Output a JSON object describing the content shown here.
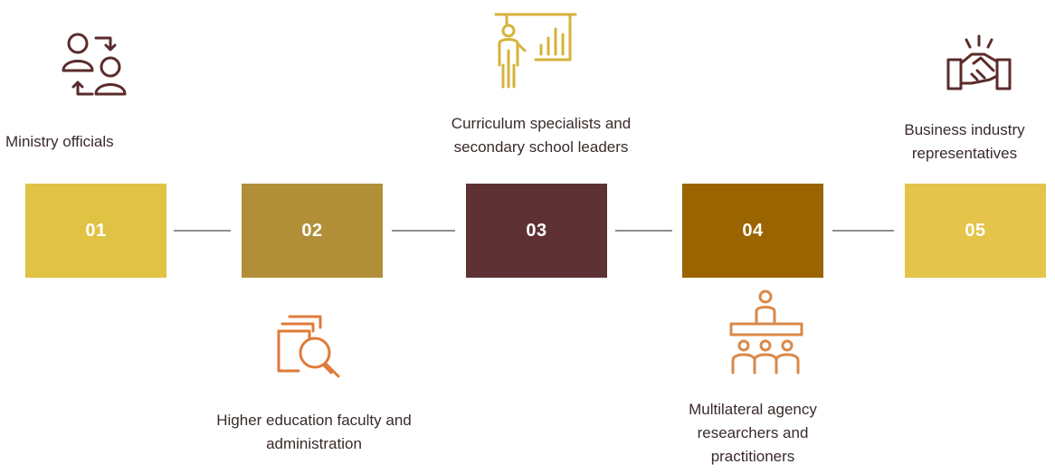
{
  "steps": [
    {
      "number": "01",
      "label": "Ministry officials",
      "color": "#E0C244",
      "icon": "people-exchange-icon",
      "icon_color": "#5B2B2B"
    },
    {
      "number": "02",
      "label": "Higher education faculty and\nadministration",
      "color": "#B08F38",
      "icon": "document-search-icon",
      "icon_color": "#E07A3A"
    },
    {
      "number": "03",
      "label": "Curriculum specialists and\nsecondary school leaders",
      "color": "#5E3234",
      "icon": "presenter-chart-icon",
      "icon_color": "#D6B33A"
    },
    {
      "number": "04",
      "label": "Multilateral agency\nresearchers and\npractitioners",
      "color": "#9A6400",
      "icon": "audience-speaker-icon",
      "icon_color": "#D9894A"
    },
    {
      "number": "05",
      "label": "Business industry\nrepresentatives",
      "color": "#E4C44A",
      "icon": "handshake-icon",
      "icon_color": "#5B2B2B"
    }
  ],
  "connector_color": "#8F8F8F"
}
